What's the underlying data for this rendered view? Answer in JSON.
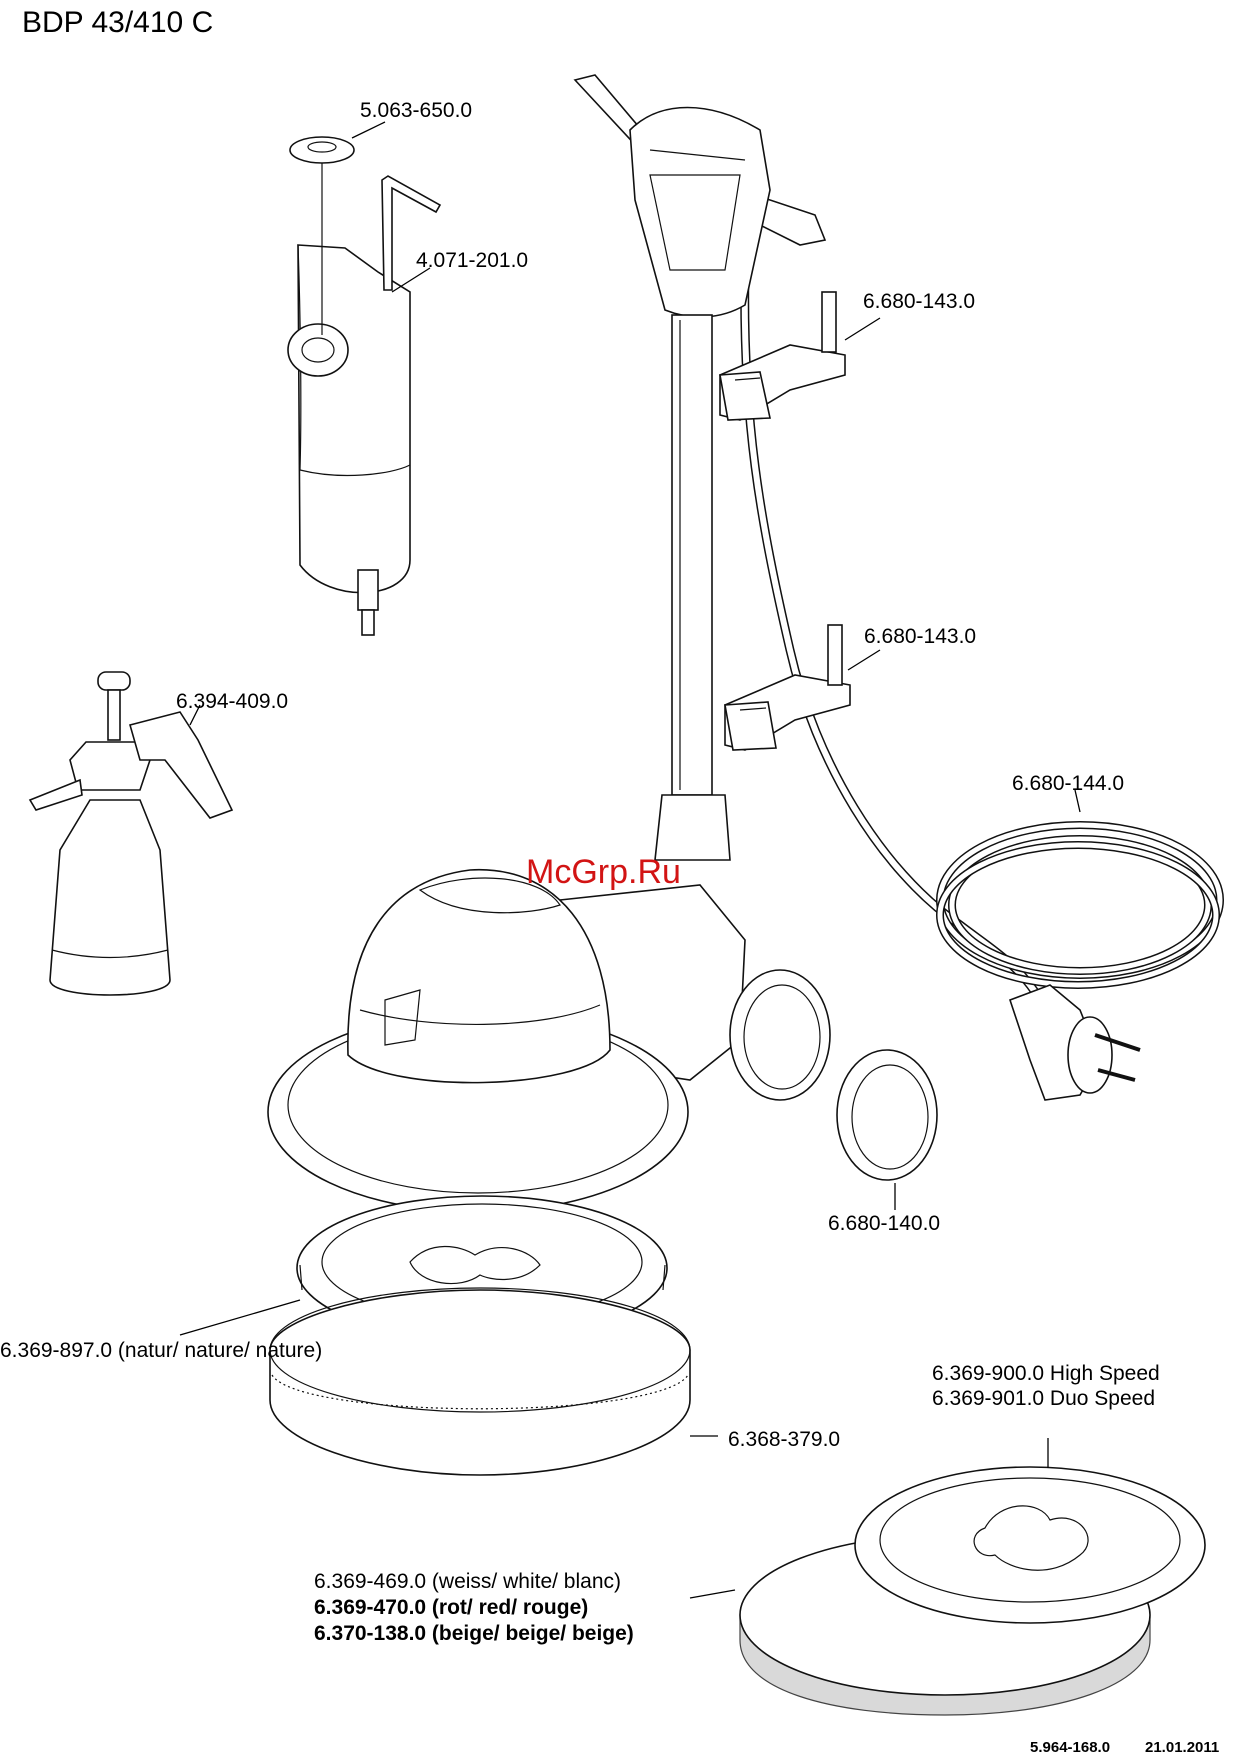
{
  "title": "BDP 43/410 C",
  "watermark": "McGrp.Ru",
  "footer": {
    "doc_number": "5.964-168.0",
    "date": "21.01.2011"
  },
  "parts": {
    "cap": "5.063-650.0",
    "hex_key": "4.071-201.0",
    "cable_clip_upper": "6.680-143.0",
    "cable_clip_lower": "6.680-143.0",
    "sprayer": "6.394-409.0",
    "power_cord": "6.680-144.0",
    "wheel": "6.680-140.0",
    "brush": "6.369-897.0  (natur/ nature/ nature)",
    "pad_drive": "6.368-379.0",
    "pad_holder_high": "6.369-900.0 High Speed",
    "pad_holder_duo": "6.369-901.0 Duo Speed",
    "pad_white": "6.369-469.0 (weiss/ white/ blanc)",
    "pad_red": "6.369-470.0 (rot/ red/ rouge)",
    "pad_beige": "6.370-138.0 (beige/ beige/ beige)"
  }
}
